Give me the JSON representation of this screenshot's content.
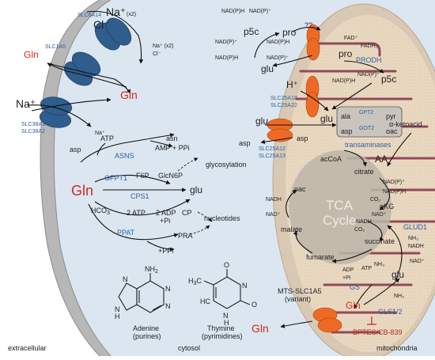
{
  "compartments": {
    "extracellular": "extracellular",
    "cytosol": "cytosol",
    "mitochondria": "mitochondria"
  },
  "transporters": {
    "slc6a14": "SLC6A14",
    "slc1a5": "SLC1A5",
    "slc38a1": "SLC38A1",
    "slc38a2": "SLC38A2",
    "slc25a18": "SLC25A18",
    "slc25a22": "SLC25A22",
    "slc25a12": "SLC25A12",
    "slc25a13": "SLC25A13",
    "mts_slc1a5": "MTS-SLC1A5",
    "variant": "(variant)",
    "unknown": "??"
  },
  "ions": {
    "na_plus": "Na⁺",
    "x2": "(x2)",
    "cl_minus": "Cl⁻",
    "h_plus": "H⁺"
  },
  "metabolites": {
    "gln": "Gln",
    "glu": "glu",
    "asn": "asn",
    "asp": "asp",
    "atp": "ATP",
    "amp_ppi": "AMP + PPi",
    "f6p": "F6P",
    "glcn6p": "GlcN6P",
    "hco3": "HCO",
    "hco3_sub": "3",
    "two_atp": "2 ATP",
    "two_adp": "2 ADP",
    "pi_plus": "+Pi",
    "cp": "CP",
    "pra": "PRA",
    "ppi_plus": "+PPi",
    "pro": "pro",
    "p5c": "p5c",
    "nadp_h": "NAD(P)H",
    "nadp_plus": "NAD(P)⁺",
    "fad_plus": "FAD⁺",
    "fadh2": "FADH₂",
    "ala": "ala",
    "pyr": "pyr",
    "oac": "oac",
    "a_ketoacid": "α-ketoacid",
    "aa": "AA",
    "accoa": "acCoA",
    "citrate": "citrate",
    "akg": "αKG",
    "co2": "CO₂",
    "malate": "malate",
    "fumarate": "fumarate",
    "succinate": "succinate",
    "nadh": "NADH",
    "nad_plus": "NAD⁺",
    "nh3": "NH₃",
    "adp": "ADP",
    "pi": "+Pi"
  },
  "processes": {
    "glycosylation": "glycosylation",
    "nucleotides": "nucleotides",
    "tca_line1": "TCA",
    "tca_line2": "Cycle",
    "transaminases": "transaminases"
  },
  "enzymes": {
    "asns": "ASNS",
    "gfpt1": "GFPT1",
    "cps1": "CPS1",
    "ppat": "PPAT",
    "prodh": "PRODH",
    "gpt2": "GPT2",
    "got2": "GOT2",
    "gs": "GS",
    "glud1": "GLUD1",
    "gls12": "GLS1/2",
    "inhibitor": "BPTES/CB-839"
  },
  "structures": {
    "adenine_name": "Adenine",
    "adenine_class": "(purines)",
    "thymine_name": "Thymine",
    "thymine_class": "(pyrimidines)",
    "nh2": "NH",
    "nh2_sub": "2",
    "n": "N",
    "h": "H",
    "hn": "HN",
    "o": "O",
    "h3c": "H",
    "h3c_sub": "3",
    "h3c_c": "C"
  },
  "colors": {
    "gln_red": "#d42a1f",
    "transporter_blue": "#2f5d8c",
    "transporter_orange": "#ee6a24",
    "cytosol_bg": "#dbe6f0",
    "mito_bg": "#e9d8c0",
    "mito_cristae": "#8a3a4e",
    "membrane_grey": "#b9b9b9"
  }
}
